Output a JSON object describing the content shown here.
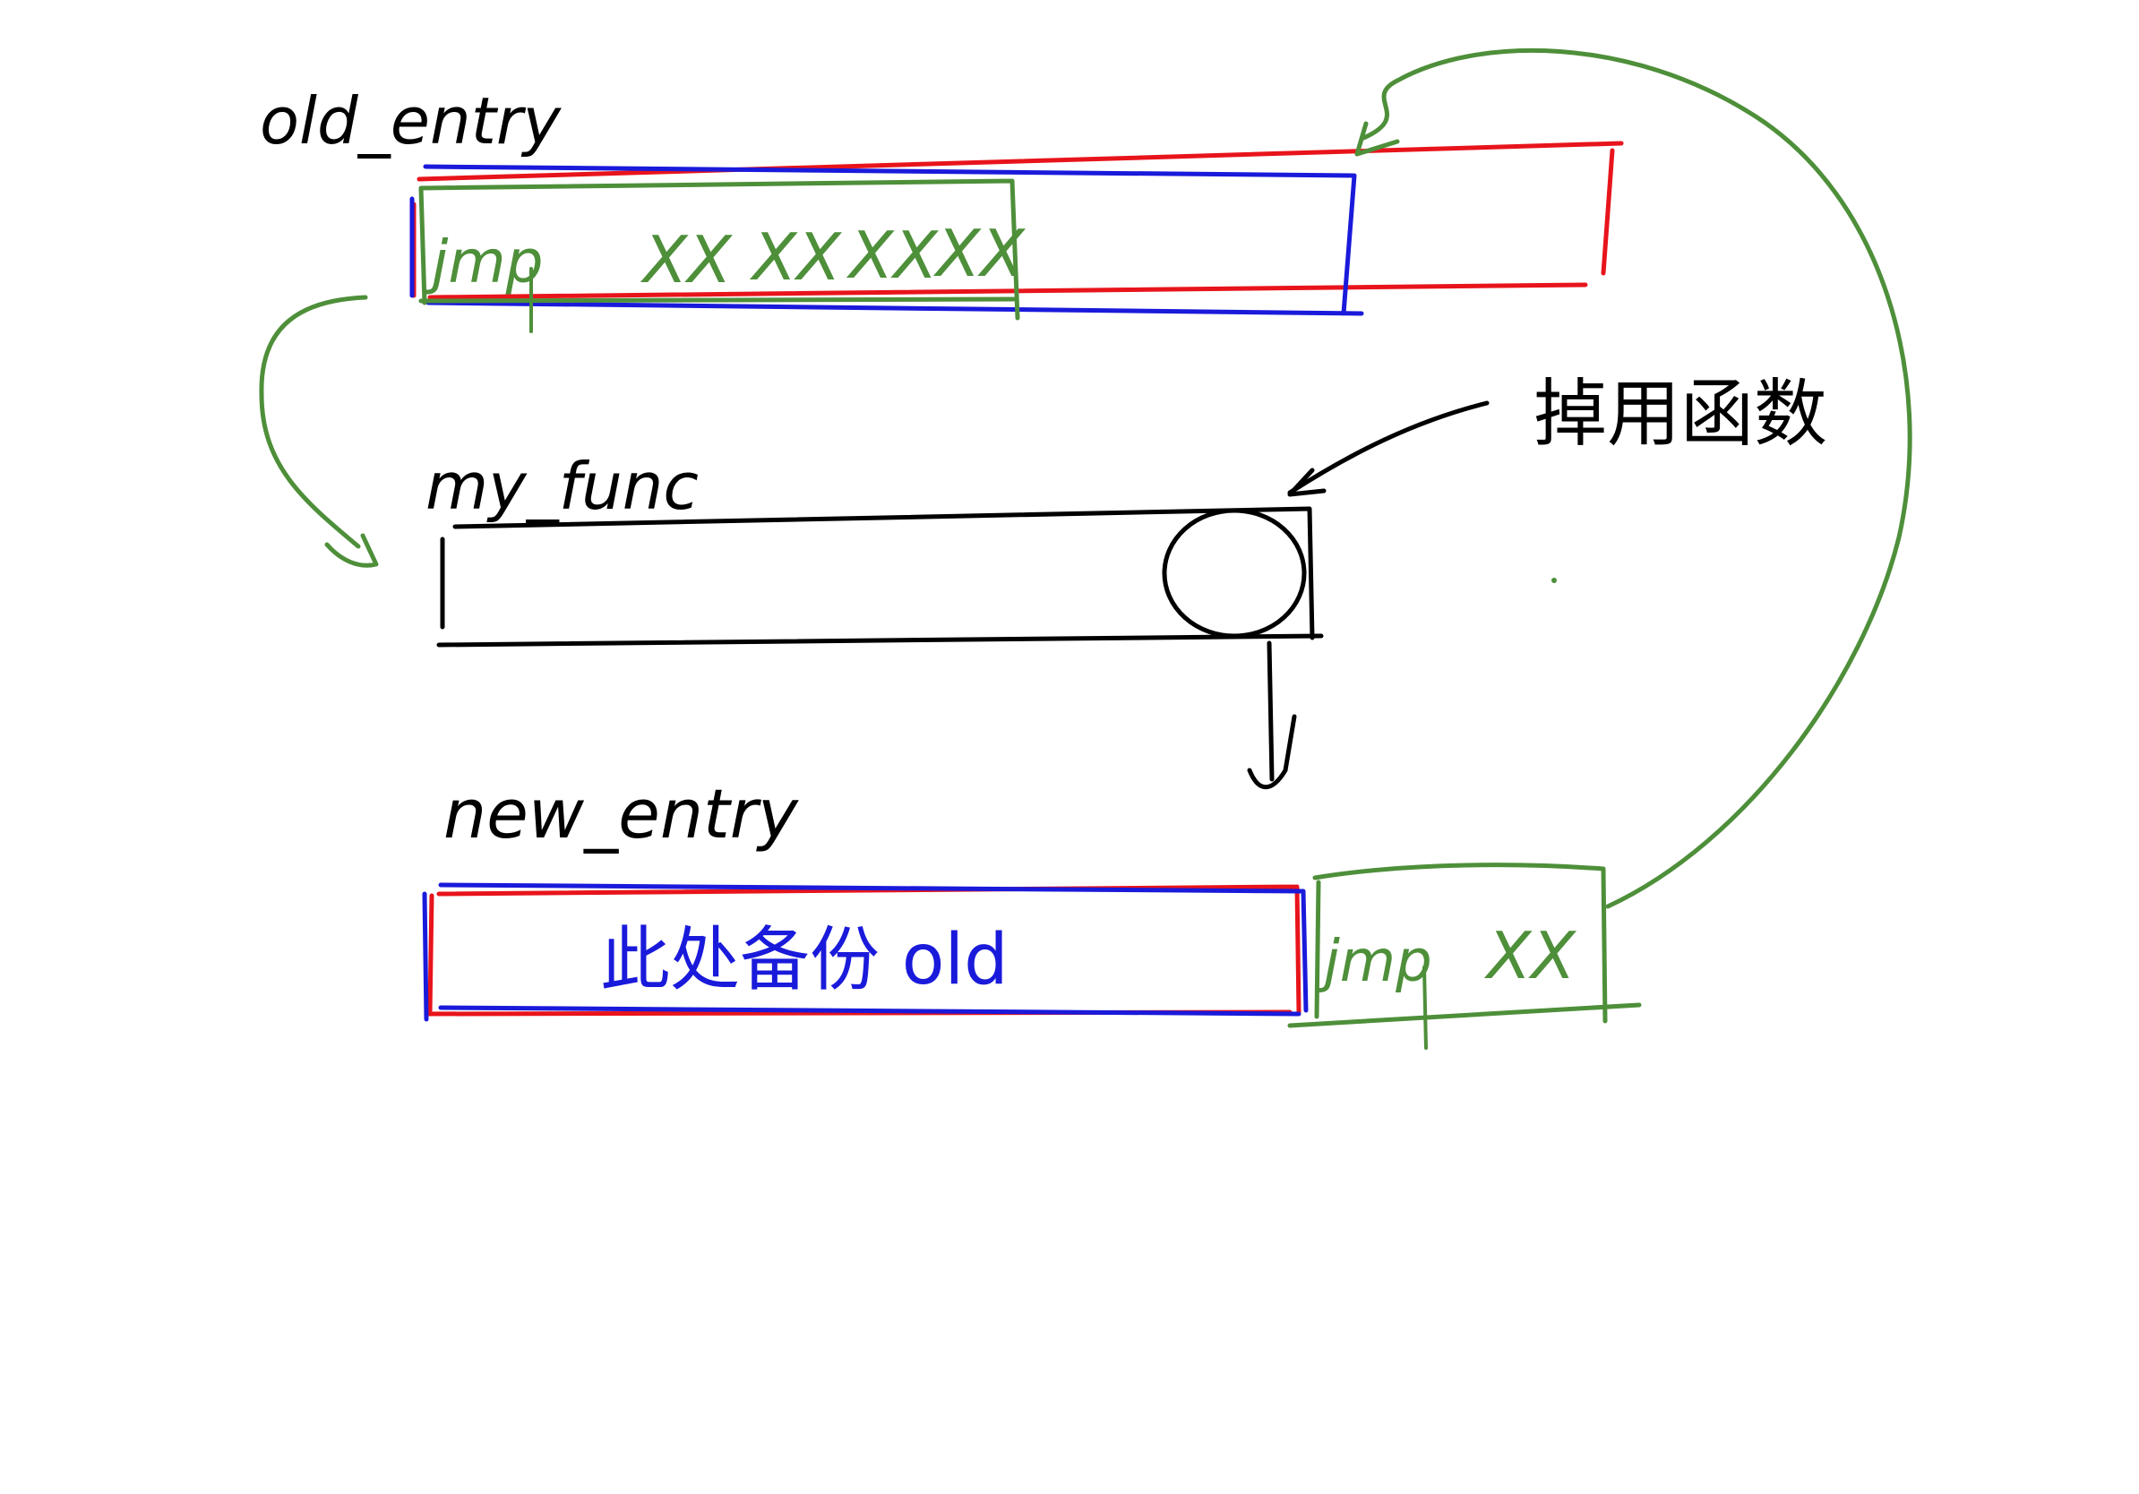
{
  "colors": {
    "black": "#000000",
    "red": "#e8141b",
    "blue": "#1a1adb",
    "green": "#4e8f3a",
    "background": "#ffffff"
  },
  "labels": {
    "old_entry": "old_entry",
    "my_func": "my_func",
    "new_entry": "new_entry",
    "call_function": "掉用函数",
    "backup_old": "此处备份 old"
  },
  "old_entry_block": {
    "jmp": "jmp",
    "bytes": [
      "XX",
      "XX",
      "XX",
      "XX"
    ]
  },
  "new_entry_block": {
    "jmp": "jmp",
    "target": "XX"
  }
}
